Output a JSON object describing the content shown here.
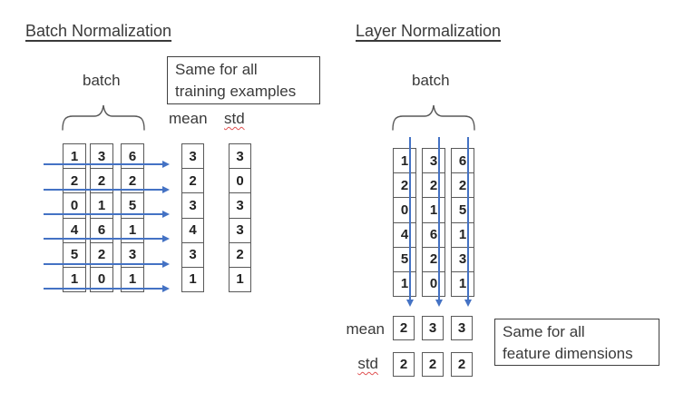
{
  "colors": {
    "accent_blue": "#4472C4",
    "box_border_gray": "#595959",
    "text_dark": "#3a3a3a",
    "squiggle_red": "#e05252"
  },
  "batch_norm": {
    "title": "Batch Normalization",
    "batch_label": "batch",
    "note_line1": "Same for all",
    "note_line2": "training examples",
    "mean_label": "mean",
    "std_label": "std",
    "matrix_columns": [
      [
        "1",
        "2",
        "0",
        "4",
        "5",
        "1"
      ],
      [
        "3",
        "2",
        "1",
        "6",
        "2",
        "0"
      ],
      [
        "6",
        "2",
        "5",
        "1",
        "3",
        "1"
      ]
    ],
    "mean_values": [
      "3",
      "2",
      "3",
      "4",
      "3",
      "1"
    ],
    "std_values": [
      "3",
      "0",
      "3",
      "3",
      "2",
      "1"
    ]
  },
  "layer_norm": {
    "title": "Layer Normalization",
    "batch_label": "batch",
    "note_line1": "Same for all",
    "note_line2": "feature dimensions",
    "mean_label": "mean",
    "std_label": "std",
    "matrix_columns": [
      [
        "1",
        "2",
        "0",
        "4",
        "5",
        "1"
      ],
      [
        "3",
        "2",
        "1",
        "6",
        "2",
        "0"
      ],
      [
        "6",
        "2",
        "5",
        "1",
        "3",
        "1"
      ]
    ],
    "mean_values": [
      "2",
      "3",
      "3"
    ],
    "std_values": [
      "2",
      "2",
      "2"
    ]
  }
}
